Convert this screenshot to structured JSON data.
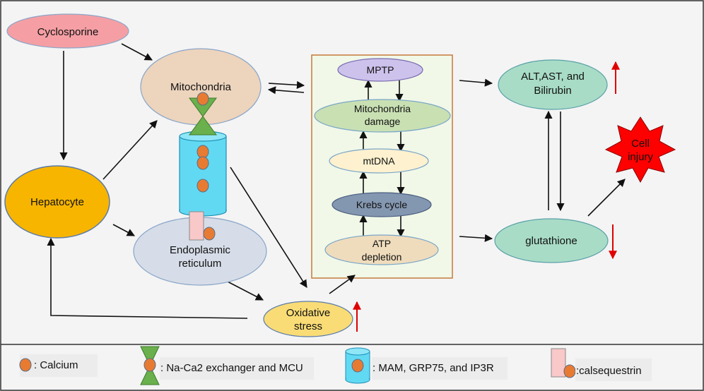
{
  "nodes": {
    "cyclosporine": "Cyclosporine",
    "mitochondria": "Mitochondria",
    "hepatocyte": "Hepatocyte",
    "er_line1": "Endoplasmic",
    "er_line2": "reticulum",
    "oxidative_line1": "Oxidative",
    "oxidative_line2": "stress",
    "mptp": "MPTP",
    "mito_damage_line1": "Mitochondria",
    "mito_damage_line2": "damage",
    "mtdna": "mtDNA",
    "krebs": "Krebs cycle",
    "atp_line1": "ATP",
    "atp_line2": "depletion",
    "alt_line1": "ALT,AST, and",
    "alt_line2": "Bilirubin",
    "glutathione": "glutathione",
    "cell_line1": "Cell",
    "cell_line2": "injury"
  },
  "legend": {
    "calcium": ": Calcium",
    "exchanger": ": Na-Ca2 exchanger and MCU",
    "mam": ": MAM, GRP75, and IP3R",
    "calsequestrin": ":calsequestrin"
  },
  "colors": {
    "cyclosporine": "#f59fa4",
    "mitochondria": "#edd4bd",
    "hepatocyte": "#f7b500",
    "er": "#d6dde8",
    "oxidative": "#f9dc76",
    "mptp": "#cdc2ec",
    "mito_damage": "#c9e0b3",
    "mtdna": "#fdf1cf",
    "krebs": "#8497b0",
    "atp": "#efdcbc",
    "alt": "#a8dcc6",
    "glutathione": "#a8dcc6",
    "cell_injury": "#ff0000",
    "calcium": "#e87b32",
    "exchanger": "#6ab04c",
    "cylinder": "#62d9f3",
    "calsequestrin": "#f9c8c8",
    "box_fill": "#f1f8e8",
    "box_border": "#c47a3a",
    "up_down_arrow": "#e00000"
  },
  "icons": [
    "calcium-icon",
    "hourglass-exchanger-icon",
    "cylinder-icon",
    "calsequestrin-icon",
    "up-arrow-icon",
    "down-arrow-icon"
  ]
}
